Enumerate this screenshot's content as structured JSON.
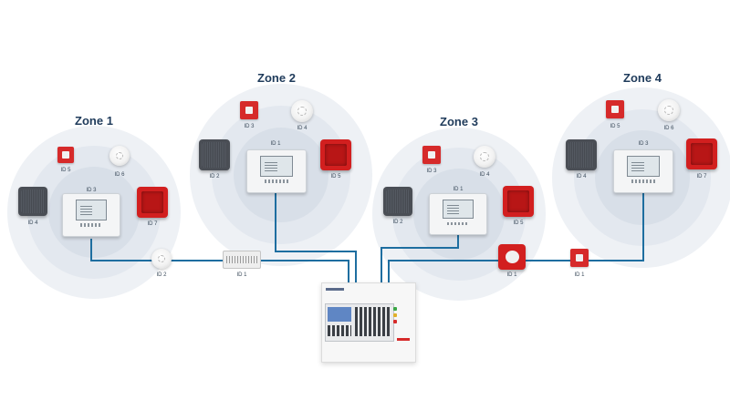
{
  "zones": [
    {
      "name": "Zone 1"
    },
    {
      "name": "Zone 2"
    },
    {
      "name": "Zone 3"
    },
    {
      "name": "Zone 4"
    }
  ],
  "zone1": {
    "call_point": "ID 5",
    "smoke_detector": "ID 6",
    "speaker": "ID 4",
    "repeater": "ID 3",
    "sounder": "ID 7",
    "detector_on_loop": "ID 2"
  },
  "zone2": {
    "call_point": "ID 3",
    "smoke_detector": "ID 4",
    "speaker": "ID 2",
    "repeater": "ID 1",
    "sounder": "ID 5"
  },
  "zone3": {
    "call_point": "ID 3",
    "smoke_detector": "ID 4",
    "speaker": "ID 2",
    "repeater": "ID 1",
    "sounder": "ID 5"
  },
  "zone4": {
    "call_point": "ID 5",
    "smoke_detector": "ID 6",
    "speaker": "ID 4",
    "repeater": "ID 3",
    "sounder": "ID 7"
  },
  "loop": {
    "interface_module": "ID 1",
    "sounder_on_loop": "ID 1",
    "call_point_on_loop": "ID 1"
  },
  "colors": {
    "wire": "#1e6ea0",
    "zone_outer": "#eef1f5",
    "zone_middle": "#e2e7ee",
    "zone_inner": "#d6dde7",
    "title": "#1f3b5b"
  },
  "icons": {
    "call_point": "manual-call-point-icon",
    "smoke_detector": "smoke-detector-icon",
    "speaker": "speaker-icon",
    "sounder": "sounder-beacon-icon",
    "repeater": "repeater-panel-icon",
    "interface": "interface-module-icon",
    "control_panel": "control-panel-icon"
  }
}
